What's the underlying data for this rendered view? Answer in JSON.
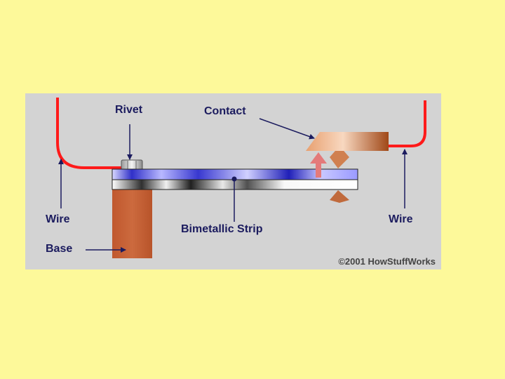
{
  "diagram": {
    "labels": {
      "rivet": "Rivet",
      "contact": "Contact",
      "wire_left": "Wire",
      "wire_right": "Wire",
      "base": "Base",
      "bimetallic_strip": "Bimetallic Strip"
    },
    "credit": "©2001 HowStuffWorks",
    "colors": {
      "slide_background": "#fdf99a",
      "panel_background": "#d3d3d3",
      "wire": "#ff1a1a",
      "base": "#c8643c",
      "contact": "#c87850",
      "label_text": "#1b1b5e",
      "arrow": "#e47a7a"
    }
  }
}
